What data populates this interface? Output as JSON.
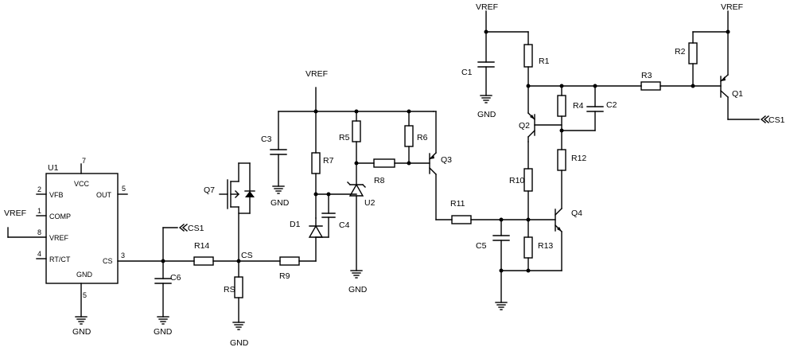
{
  "u1": {
    "ref": "U1",
    "pins": {
      "vcc_num": "7",
      "vcc": "VCC",
      "vfb_num": "2",
      "vfb": "VFB",
      "out_num": "5",
      "out": "OUT",
      "comp_num": "1",
      "comp": "COMP",
      "vref_num": "8",
      "vref": "VREF",
      "rtct_num": "4",
      "rtct": "RT/CT",
      "cs_num": "3",
      "cs": "CS",
      "gnd_num": "5",
      "gnd": "GND"
    }
  },
  "nets": {
    "vref_u1": "VREF",
    "vref_top": "VREF",
    "vref_tr": "VREF",
    "vref_r2": "VREF",
    "cs1_left": "CS1",
    "cs1_right": "CS1",
    "cs_node": "CS"
  },
  "grounds": {
    "u1": "GND",
    "c6": "GND",
    "rs": "GND",
    "c3": "GND",
    "u2": "GND",
    "c1": "GND"
  },
  "components": {
    "q7": "Q7",
    "r14": "R14",
    "c6": "C6",
    "rs": "RS",
    "r9": "R9",
    "c3": "C3",
    "r7": "R7",
    "d1": "D1",
    "c4": "C4",
    "r5": "R5",
    "u2": "U2",
    "r8": "R8",
    "r6": "R6",
    "q3": "Q3",
    "r11": "R11",
    "c5": "C5",
    "r10": "R10",
    "r13": "R13",
    "q4": "Q4",
    "r12": "R12",
    "q2": "Q2",
    "r4": "R4",
    "c2": "C2",
    "r1": "R1",
    "c1": "C1",
    "r3": "R3",
    "r2": "R2",
    "q1": "Q1"
  }
}
